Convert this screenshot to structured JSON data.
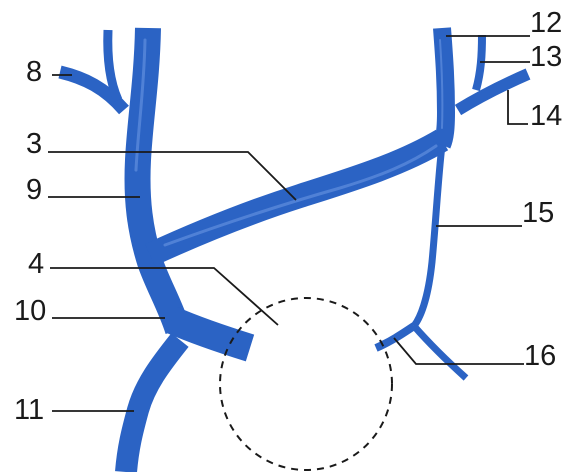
{
  "labels": {
    "l3": "3",
    "l4": "4",
    "l8": "8",
    "l9": "9",
    "l10": "10",
    "l11": "11",
    "l12": "12",
    "l13": "13",
    "l14": "14",
    "l15": "15",
    "l16": "16"
  },
  "colors": {
    "vessel": "#2b63c4",
    "highlight": "#6f9ae6",
    "line": "#1a1a1a"
  }
}
